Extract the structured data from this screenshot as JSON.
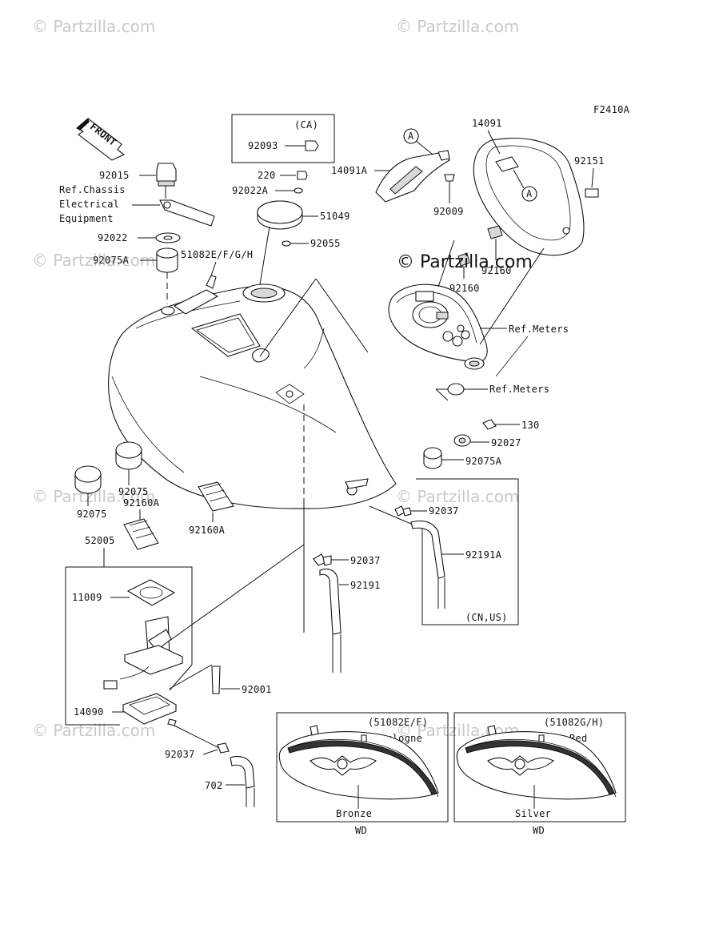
{
  "watermark": "© Partzilla.com",
  "watermark_center": "© Partzilla.com",
  "figure_code": "F2410A",
  "front_arrow": "FRONT",
  "circle_marker": "A",
  "labels": {
    "p92015": "92015",
    "ref_chassis_1": "Ref.Chassis",
    "ref_chassis_2": "Electrical",
    "ref_chassis_3": "Equipment",
    "p92022": "92022",
    "p92075A_left": "92075A",
    "p51082": "51082E/F/G/H",
    "ca": "(CA)",
    "p92093": "92093",
    "p220": "220",
    "p92022A": "92022A",
    "p51049": "51049",
    "p92055": "92055",
    "p14091": "14091",
    "p14091A": "14091A",
    "p92009": "92009",
    "p92151": "92151",
    "p92160_a": "92160",
    "p92160_b": "92160",
    "ref_meters_1": "Ref.Meters",
    "ref_meters_2": "Ref.Meters",
    "p130": "130",
    "p92027": "92027",
    "p92075A_right": "92075A",
    "p92037_right": "92037",
    "p92191A": "92191A",
    "cn_us": "(CN,US)",
    "p92075_a": "92075",
    "p92075_b": "92075",
    "p92160A_a": "92160A",
    "p92160A_b": "92160A",
    "p52005": "52005",
    "p11009": "11009",
    "p92037_mid": "92037",
    "p92191": "92191",
    "p92001": "92001",
    "p14090": "14090",
    "p92037_low": "92037",
    "p702": "702"
  },
  "variants": [
    {
      "code": "(51082E/F)",
      "stripe": "Boulogne",
      "color": "Bronze",
      "market": "WD"
    },
    {
      "code": "(51082G/H)",
      "stripe": "Red",
      "color": "Silver",
      "market": "WD"
    }
  ]
}
